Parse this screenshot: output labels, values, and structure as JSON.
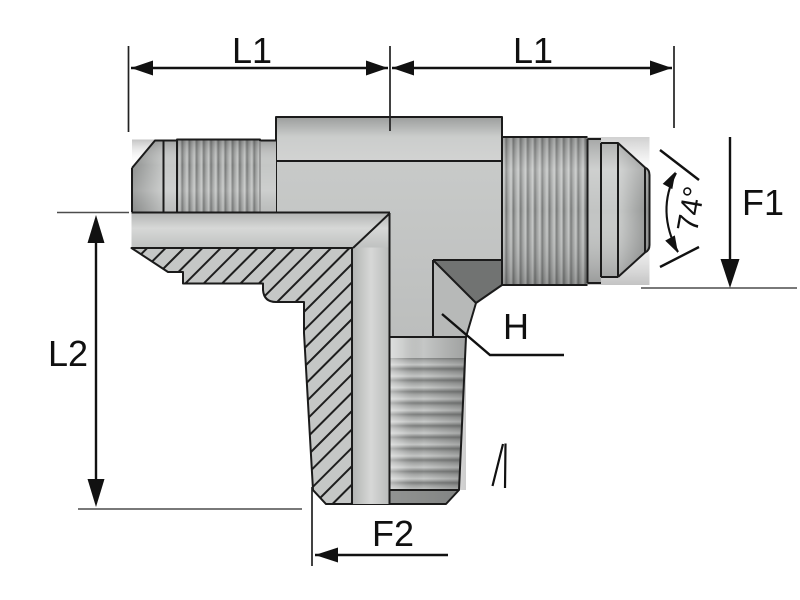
{
  "drawing": {
    "type": "technical-dimension-drawing",
    "subject": "male-tee-hydraulic-adapter-half-section",
    "labels": {
      "l1_left": "L1",
      "l1_right": "L1",
      "f1": "F1",
      "angle": "74°",
      "h": "H",
      "l2": "L2",
      "f2": "F2"
    },
    "colors": {
      "background": "#ffffff",
      "outline": "#1b1b1b",
      "body_gray": "#c4c6c5",
      "dark_chamfer": "#717372",
      "section_gray": "#c5c7c6",
      "dimension_ink": "#111111"
    }
  }
}
